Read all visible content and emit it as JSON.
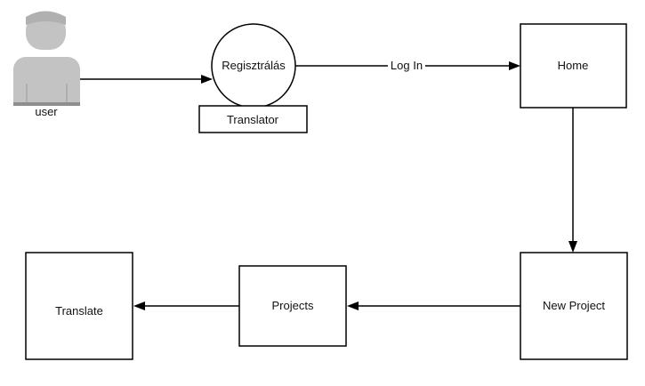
{
  "actor": {
    "label": "user"
  },
  "nodes": {
    "registration": {
      "label": "Regisztrálás",
      "sublabel": "Translator"
    },
    "home": {
      "label": "Home"
    },
    "new_project": {
      "label": "New Project"
    },
    "projects": {
      "label": "Projects"
    },
    "translate": {
      "label": "Translate"
    }
  },
  "edges": {
    "login": {
      "label": "Log In"
    }
  },
  "colors": {
    "actor_fill": "#c3c3c3",
    "actor_base": "#8e8e8e",
    "stroke": "#000000"
  }
}
